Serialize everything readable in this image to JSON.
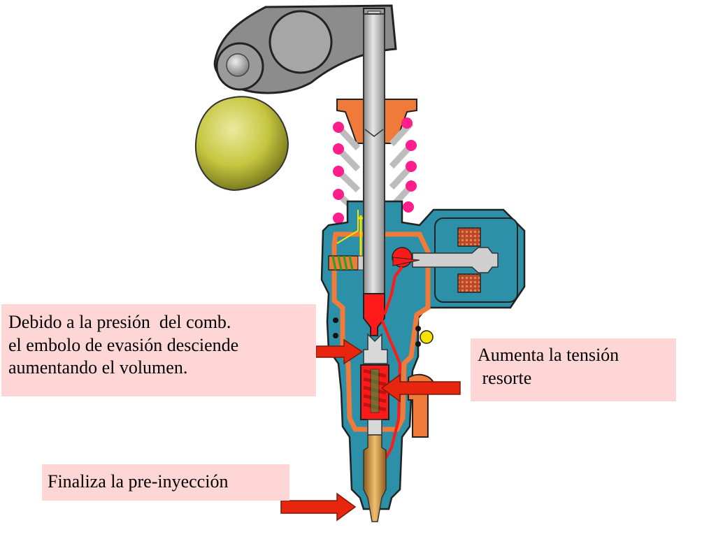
{
  "callouts": {
    "left": [
      "Debido a la presión  del comb.",
      "el embolo de evasión desciende",
      "aumentando el volumen."
    ],
    "right": [
      "Aumenta la tensión",
      " resorte"
    ],
    "bottom": "Finaliza la pre-inyección"
  },
  "colors": {
    "callout_bg": "#ffd6d6",
    "arrow_red": "#e8260f",
    "body_teal": "#2b90a8",
    "pressure_red": "#ff1a1a",
    "spring_pink": "#ff1e8c",
    "orange": "#f07a3a",
    "cam_yellow": "#c9c944",
    "gray": "#a0a0a0"
  },
  "icons": [
    "cam-lobe",
    "rocker-arm",
    "roller",
    "plunger",
    "return-spring",
    "solenoid-valve",
    "evasion-piston-spring",
    "nozzle-needle",
    "pointer-arrow"
  ]
}
